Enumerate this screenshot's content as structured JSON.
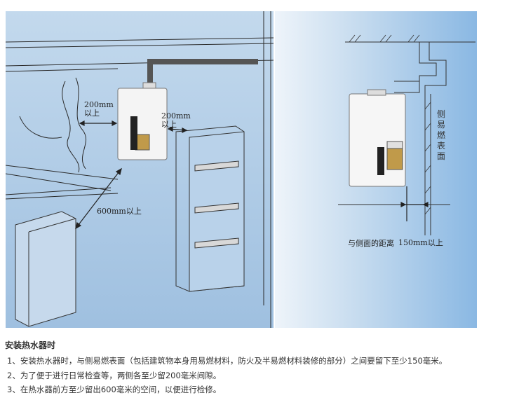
{
  "left_diagram": {
    "side_clearance_left": [
      "200mm",
      "以上"
    ],
    "side_clearance_right": [
      "200mm",
      "以上"
    ],
    "front_clearance": "600mm以上"
  },
  "right_diagram": {
    "side_surface_label": "侧易燃表面",
    "distance_label": "与侧面的距离",
    "distance_value": "150mm以上"
  },
  "caption": {
    "title": "安装热水器时",
    "items": [
      "1、安装热水器时，与侧易燃表面（包括建筑物本身用易燃材料，防火及半易燃材料装修的部分）之间要留下至少150毫米。",
      "2、为了便于进行日常检查等，两侧各至少留200毫米间隙。",
      "3、在热水器前方至少留出600毫米的空间，以便进行检修。"
    ]
  }
}
